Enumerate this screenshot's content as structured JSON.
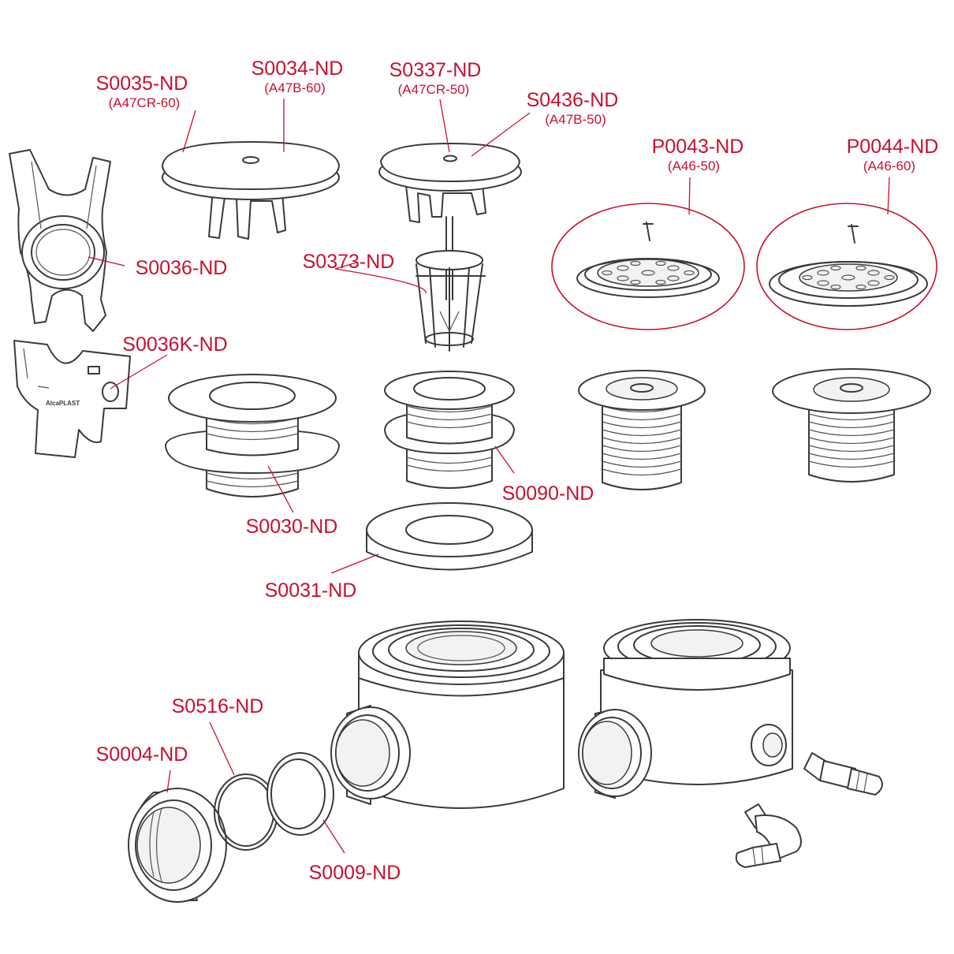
{
  "accent_color": "#c8102e",
  "line_color": "#3a3a3a",
  "parts": {
    "S0035": {
      "code": "S0035-ND",
      "sub": "(A47CR-60)"
    },
    "S0034": {
      "code": "S0034-ND",
      "sub": "(A47B-60)"
    },
    "S0337": {
      "code": "S0337-ND",
      "sub": "(A47CR-50)"
    },
    "S0436": {
      "code": "S0436-ND",
      "sub": "(A47B-50)"
    },
    "P0043": {
      "code": "P0043-ND",
      "sub": "(A46-50)"
    },
    "P0044": {
      "code": "P0044-ND",
      "sub": "(A46-60)"
    },
    "S0036": {
      "code": "S0036-ND"
    },
    "S0373": {
      "code": "S0373-ND"
    },
    "S0036K": {
      "code": "S0036K-ND",
      "brand": "AlcaPLAST"
    },
    "S0090": {
      "code": "S0090-ND"
    },
    "S0030": {
      "code": "S0030-ND"
    },
    "S0031": {
      "code": "S0031-ND"
    },
    "S0516": {
      "code": "S0516-ND"
    },
    "S0004": {
      "code": "S0004-ND"
    },
    "S0009": {
      "code": "S0009-ND"
    }
  }
}
